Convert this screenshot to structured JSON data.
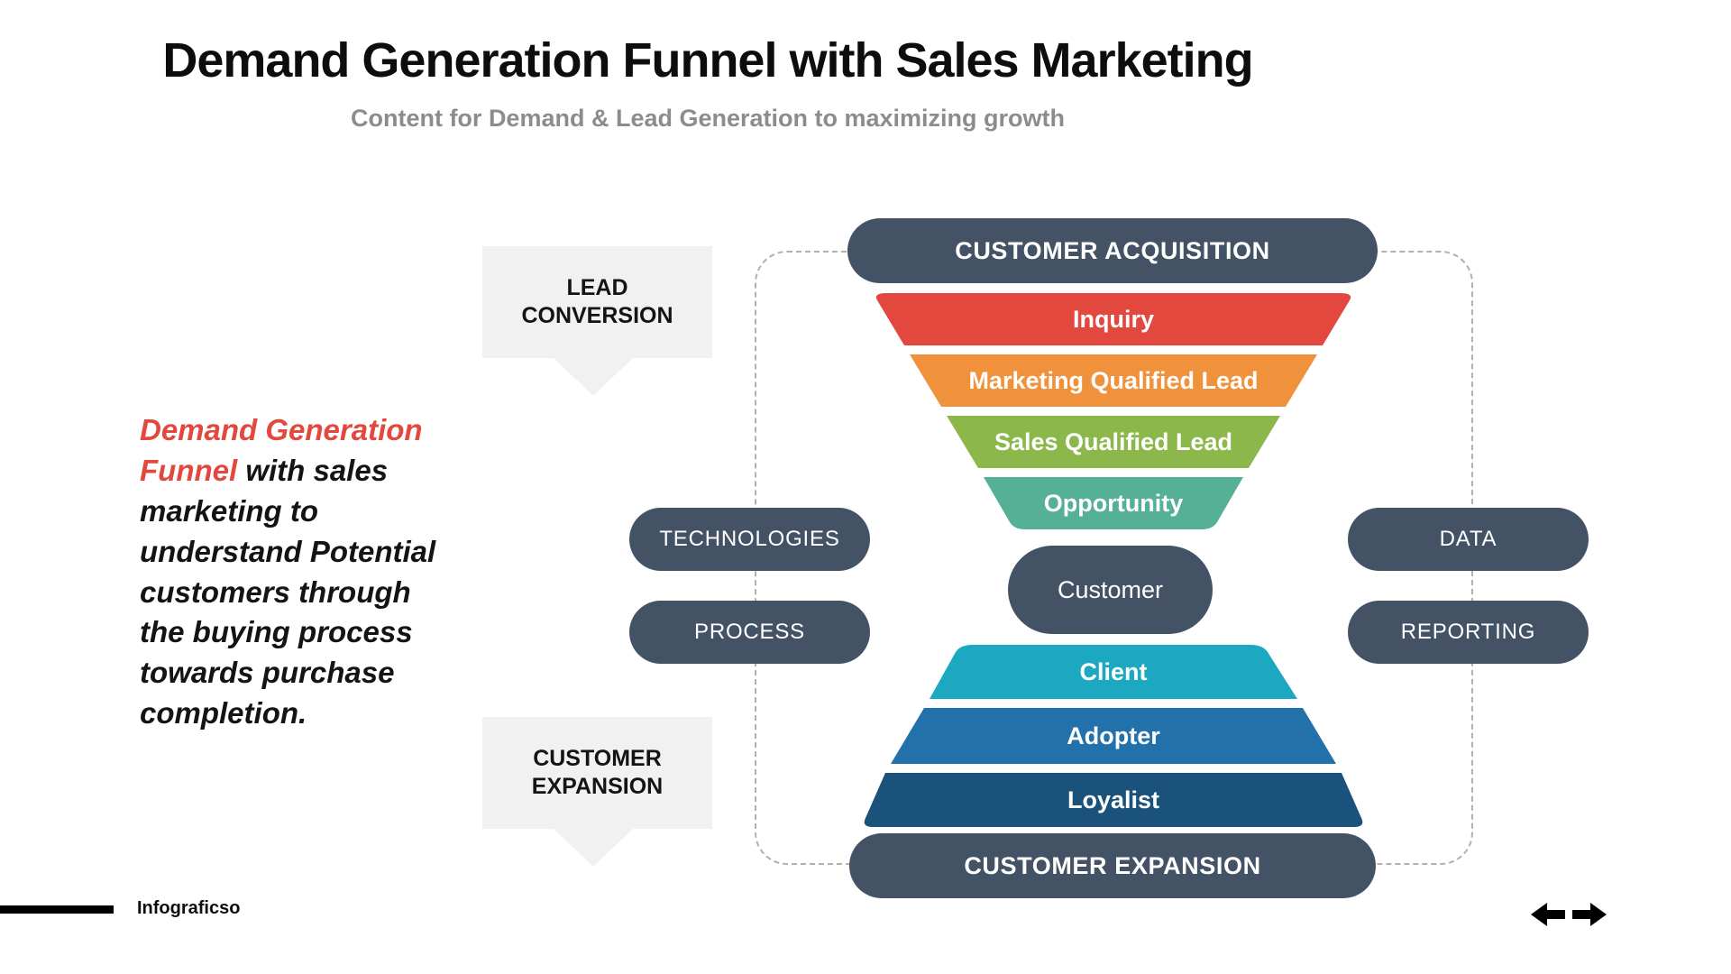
{
  "header": {
    "title": "Demand Generation Funnel with Sales Marketing",
    "subtitle": "Content for Demand & Lead Generation to maximizing growth"
  },
  "description": {
    "highlight": "Demand Generation Funnel",
    "rest": " with sales marketing to understand Potential customers through the buying process towards purchase completion."
  },
  "callouts": {
    "lead_conversion": {
      "line1": "LEAD",
      "line2": "CONVERSION"
    },
    "customer_expansion": {
      "line1": "CUSTOMER",
      "line2": "EXPANSION"
    }
  },
  "side_pills": {
    "technologies": "TECHNOLOGIES",
    "process": "PROCESS",
    "data": "DATA",
    "reporting": "REPORTING"
  },
  "funnel": {
    "top_banner": "CUSTOMER ACQUISITION",
    "bottom_banner": "CUSTOMER EXPANSION",
    "center_node": "Customer",
    "acquisition_stages": [
      {
        "label": "Inquiry",
        "color": "#e2483d"
      },
      {
        "label": "Marketing Qualified Lead",
        "color": "#f0913b"
      },
      {
        "label": "Sales Qualified Lead",
        "color": "#8cb84b"
      },
      {
        "label": "Opportunity",
        "color": "#55b095"
      }
    ],
    "expansion_stages": [
      {
        "label": "Client",
        "color": "#1ba8c0"
      },
      {
        "label": "Adopter",
        "color": "#2271aa"
      },
      {
        "label": "Loyalist",
        "color": "#1a527b"
      }
    ]
  },
  "colors": {
    "slate": "#445266",
    "highlight_red": "#e2483d",
    "callout_gray": "#f1f1f1",
    "subtitle_gray": "#8c8c8c"
  },
  "footer": {
    "brand": "Infograficso"
  }
}
